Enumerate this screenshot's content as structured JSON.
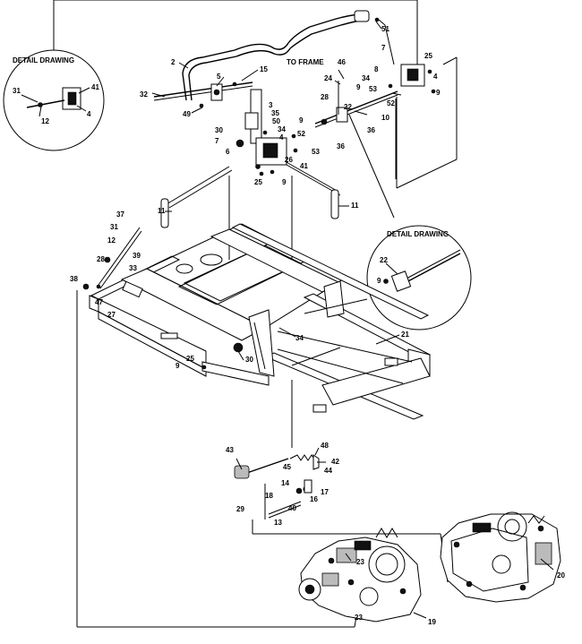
{
  "detail_titles": [
    "DETAIL DRAWING",
    "DETAIL DRAWING"
  ],
  "to_frame": "TO FRAME",
  "callouts": {
    "c2": "2",
    "c3": "3",
    "c4": "4",
    "c5": "5",
    "c6": "6",
    "c7": "7",
    "c8": "8",
    "c9": "9",
    "c10": "10",
    "c11": "11",
    "c12": "12",
    "c13": "13",
    "c14": "14",
    "c15": "15",
    "c16": "16",
    "c17": "17",
    "c18": "18",
    "c19": "19",
    "c20": "20",
    "c21": "21",
    "c22": "22",
    "c23": "23",
    "c24": "24",
    "c25": "25",
    "c26": "26",
    "c27": "27",
    "c28": "28",
    "c29": "29",
    "c30": "30",
    "c31": "31",
    "c32": "32",
    "c33": "33",
    "c34": "34",
    "c35": "35",
    "c36": "36",
    "c37": "37",
    "c38": "38",
    "c39": "39",
    "c40": "40",
    "c41": "41",
    "c42": "42",
    "c43": "43",
    "c44": "44",
    "c45": "45",
    "c46": "46",
    "c47": "47",
    "c48": "48",
    "c49": "49",
    "c50": "50",
    "c51": "51",
    "c52": "52",
    "c53": "53"
  }
}
